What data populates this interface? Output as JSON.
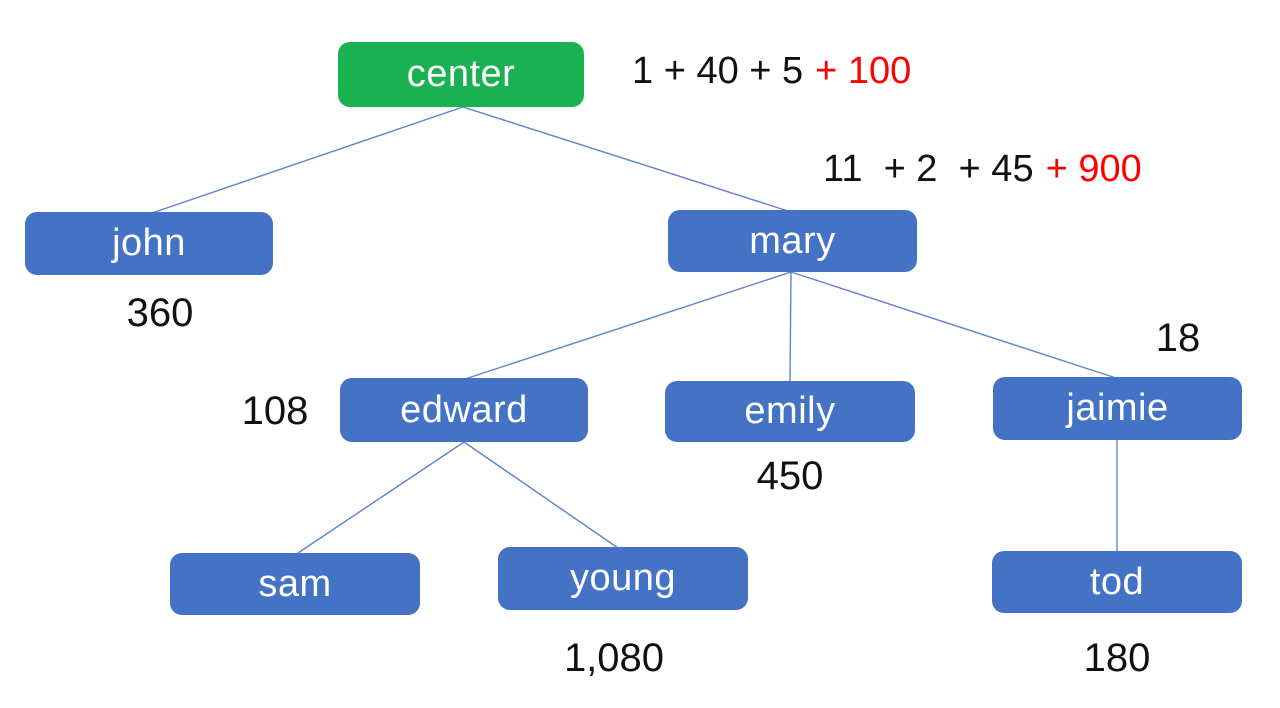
{
  "colors": {
    "background": "#FFFFFF",
    "root_fill": "#1AB152",
    "node_fill": "#4472C4",
    "edge": "#5B83CC",
    "value_text": "#111111",
    "highlight_text": "#FF0000"
  },
  "nodes": [
    {
      "id": "center",
      "label": "center"
    },
    {
      "id": "john",
      "label": "john",
      "value": "360"
    },
    {
      "id": "mary",
      "label": "mary"
    },
    {
      "id": "edward",
      "label": "edward",
      "value": "108"
    },
    {
      "id": "emily",
      "label": "emily",
      "value": "450"
    },
    {
      "id": "jaimie",
      "label": "jaimie",
      "value": "18"
    },
    {
      "id": "sam",
      "label": "sam"
    },
    {
      "id": "young",
      "label": "young",
      "value": "1,080"
    },
    {
      "id": "tod",
      "label": "tod",
      "value": "180"
    }
  ],
  "equations": [
    {
      "for": "center",
      "black": "1 + 40 + 5",
      "red": "+ 100"
    },
    {
      "for": "mary",
      "black": "11  + 2  + 45",
      "red": "+ 900"
    }
  ],
  "edges": [
    {
      "from": "center",
      "to": "john"
    },
    {
      "from": "center",
      "to": "mary"
    },
    {
      "from": "mary",
      "to": "edward"
    },
    {
      "from": "mary",
      "to": "emily"
    },
    {
      "from": "mary",
      "to": "jaimie"
    },
    {
      "from": "edward",
      "to": "sam"
    },
    {
      "from": "edward",
      "to": "young"
    },
    {
      "from": "jaimie",
      "to": "tod"
    }
  ]
}
